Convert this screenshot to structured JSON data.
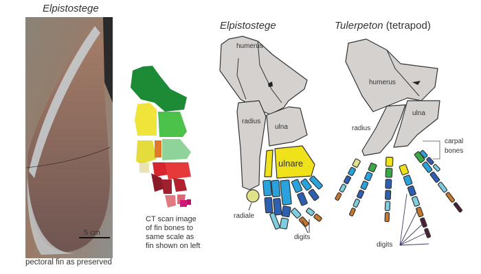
{
  "photo_panel": {
    "title": "Elpistostege",
    "scale_label": "5 cm",
    "caption": "pectoral fin as preserved"
  },
  "ct_panel": {
    "caption_lines": [
      "CT scan image",
      "of fin bones to",
      "same scale as",
      "fin  shown on left"
    ]
  },
  "elpistostege_diagram": {
    "title": "Elpistostege",
    "labels": {
      "humerus": "humerus",
      "radius": "radius",
      "ulna": "ulna",
      "ulnare": "ulnare",
      "radiale": "radiale",
      "digits": "digits"
    }
  },
  "tulerpeton_diagram": {
    "title_italic": "Tulerpeton",
    "title_suffix": " (tetrapod)",
    "labels": {
      "humerus": "humerus",
      "radius": "radius",
      "ulna": "ulna",
      "carpal_line1": "carpal",
      "carpal_line2": "bones",
      "digits": "digits"
    }
  },
  "colors": {
    "bone_gray": "#d4d1cf",
    "ulnare_yellow": "#f0e21a",
    "radiale_pale": "#dfe28a",
    "blue_light": "#7fcde0",
    "blue_mid": "#2aa3dc",
    "blue_dark": "#2f5fb0",
    "orange": "#c8782a",
    "dark_purple": "#4a2238",
    "green": "#3aa845"
  }
}
